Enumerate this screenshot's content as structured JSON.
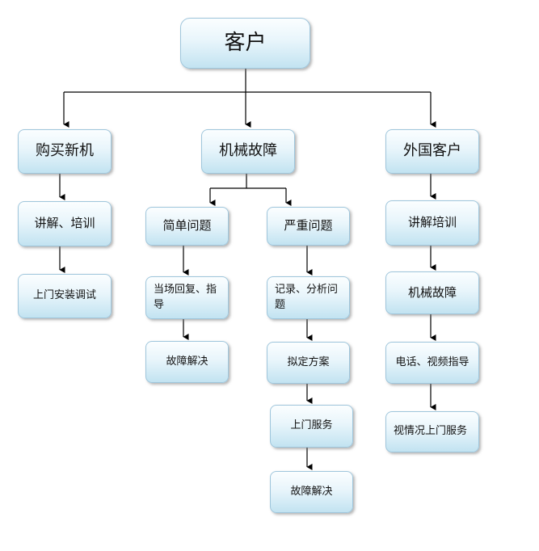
{
  "root": {
    "label": "客户"
  },
  "branch_buy": {
    "title": "购买新机",
    "step1": "讲解、培训",
    "step2": "上门安装调试"
  },
  "branch_fault": {
    "title": "机械故障",
    "simple": {
      "title": "简单问题",
      "step1": "当场回复、指导",
      "step2": "故障解决"
    },
    "serious": {
      "title": "严重问题",
      "step1": "记录、分析问题",
      "step2": "拟定方案",
      "step3": "上门服务",
      "step4": "故障解决"
    }
  },
  "branch_foreign": {
    "title": "外国客户",
    "step1": "讲解培训",
    "step2": "机械故障",
    "step3": "电话、视频指导",
    "step4": "视情况上门服务"
  }
}
